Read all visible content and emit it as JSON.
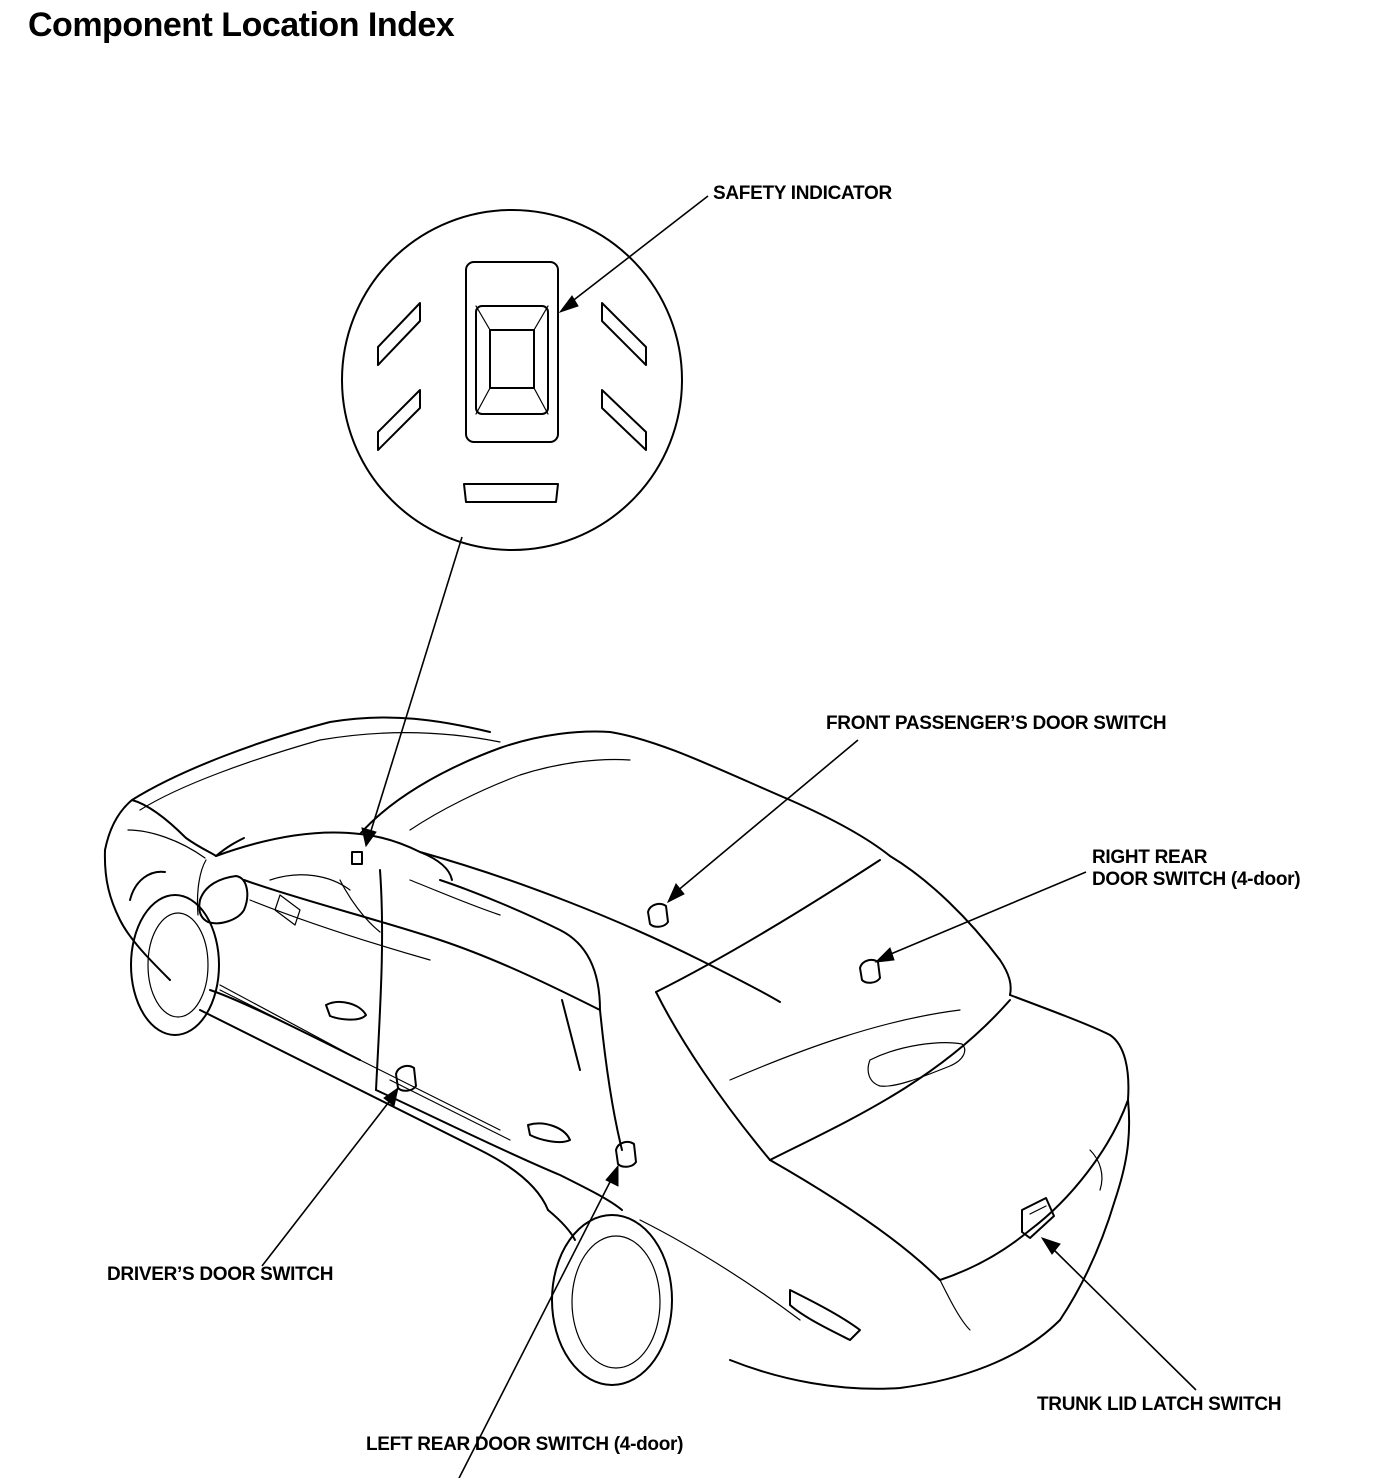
{
  "title": "Component Location Index",
  "labels": {
    "safety_indicator": "SAFETY INDICATOR",
    "front_passenger_door_switch": "FRONT PASSENGER’S DOOR SWITCH",
    "right_rear_door_switch_line1": "RIGHT REAR",
    "right_rear_door_switch_line2": "DOOR SWITCH (4-door)",
    "drivers_door_switch": "DRIVER’S DOOR SWITCH",
    "left_rear_door_switch": "LEFT REAR DOOR SWITCH (4-door)",
    "trunk_lid_latch_switch": "TRUNK LID LATCH SWITCH"
  }
}
